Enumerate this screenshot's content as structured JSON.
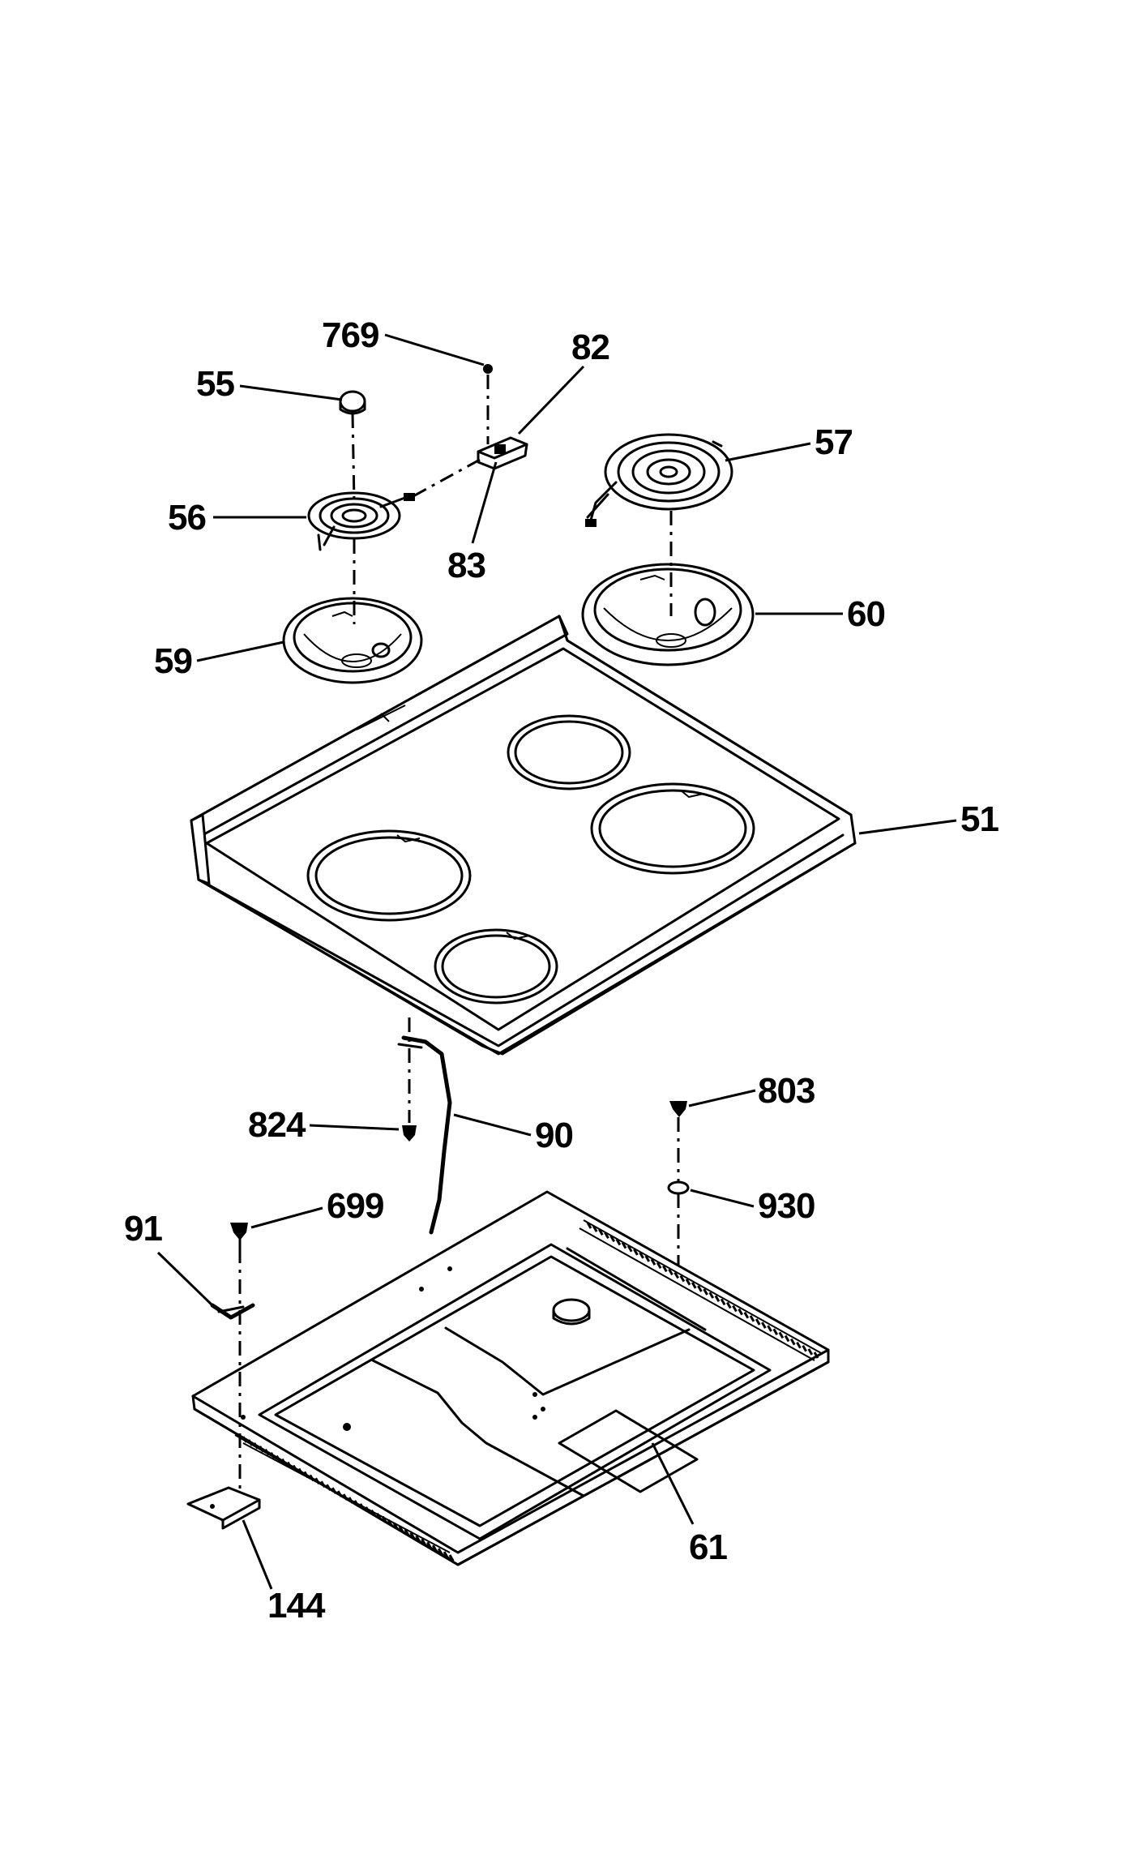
{
  "diagram": {
    "labels": {
      "p769": "769",
      "p82": "82",
      "p55": "55",
      "p57": "57",
      "p56": "56",
      "p83": "83",
      "p60": "60",
      "p59": "59",
      "p51": "51",
      "p803": "803",
      "p824": "824",
      "p90": "90",
      "p930": "930",
      "p91": "91",
      "p699": "699",
      "p61": "61",
      "p144": "144"
    }
  }
}
